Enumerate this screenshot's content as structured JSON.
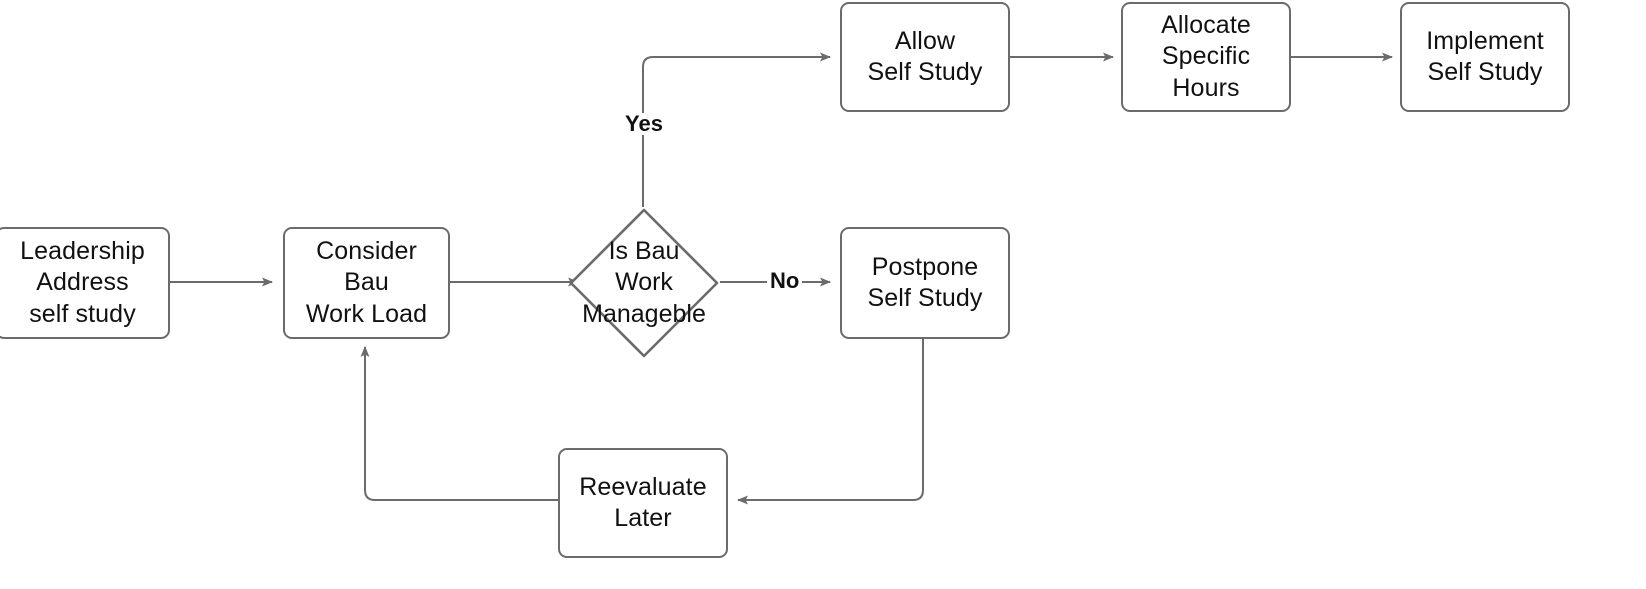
{
  "diagram": {
    "type": "flowchart",
    "title": "Self Study Decision Flowchart",
    "colors": {
      "node_border": "#6b6b6b",
      "node_fill": "#ffffff",
      "edge_stroke": "#6b6b6b",
      "text": "#111111",
      "background": "#ffffff"
    },
    "nodes": [
      {
        "id": "leadership_address",
        "label": "Leadership\nAddress\nself study",
        "shape": "rounded-rect"
      },
      {
        "id": "consider_bau",
        "label": "Consider Bau\nWork Load",
        "shape": "rounded-rect"
      },
      {
        "id": "is_bau_manageble",
        "label": "Is Bau\nWork\nManageble",
        "shape": "diamond"
      },
      {
        "id": "allow_self_study",
        "label": "Allow\nSelf Study",
        "shape": "rounded-rect"
      },
      {
        "id": "allocate_specific_hours",
        "label": "Allocate\nSpecific Hours",
        "shape": "rounded-rect"
      },
      {
        "id": "implement_self_study",
        "label": "Implement\nSelf Study",
        "shape": "rounded-rect"
      },
      {
        "id": "postpone_self_study",
        "label": "Postpone\nSelf Study",
        "shape": "rounded-rect"
      },
      {
        "id": "reevaluate_later",
        "label": "Reevaluate\nLater",
        "shape": "rounded-rect"
      }
    ],
    "edges": [
      {
        "id": "e1",
        "from": "leadership_address",
        "to": "consider_bau",
        "label": ""
      },
      {
        "id": "e2",
        "from": "consider_bau",
        "to": "is_bau_manageble",
        "label": ""
      },
      {
        "id": "e3",
        "from": "is_bau_manageble",
        "to": "allow_self_study",
        "label": "Yes"
      },
      {
        "id": "e4",
        "from": "allow_self_study",
        "to": "allocate_specific_hours",
        "label": ""
      },
      {
        "id": "e5",
        "from": "allocate_specific_hours",
        "to": "implement_self_study",
        "label": ""
      },
      {
        "id": "e6",
        "from": "is_bau_manageble",
        "to": "postpone_self_study",
        "label": "No"
      },
      {
        "id": "e7",
        "from": "postpone_self_study",
        "to": "reevaluate_later",
        "label": ""
      },
      {
        "id": "e8",
        "from": "reevaluate_later",
        "to": "consider_bau",
        "label": ""
      }
    ],
    "edge_labels": {
      "yes": "Yes",
      "no": "No"
    }
  }
}
